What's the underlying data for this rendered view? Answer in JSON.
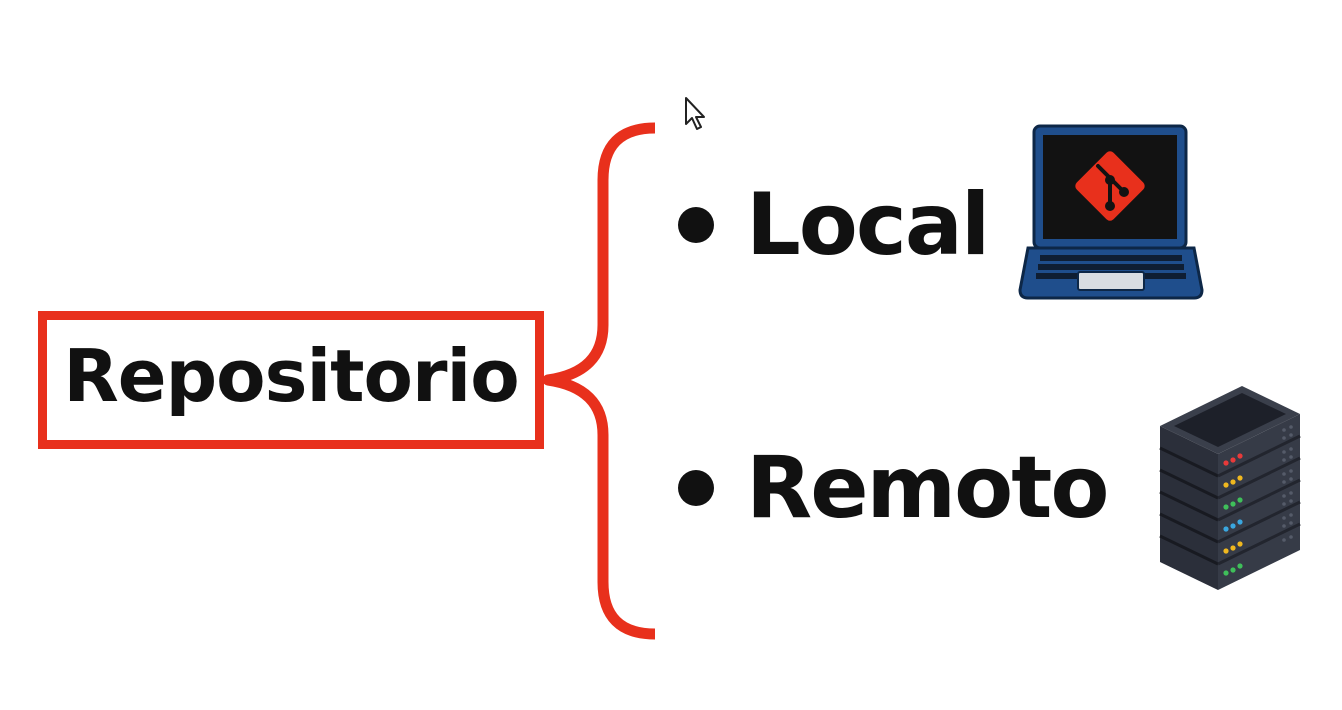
{
  "diagram": {
    "root_label": "Repositorio",
    "items": [
      {
        "label": "Local",
        "icon": "laptop-git-icon"
      },
      {
        "label": "Remoto",
        "icon": "server-rack-icon"
      }
    ]
  },
  "colors": {
    "accent": "#e8301c",
    "text": "#111111",
    "background": "#ffffff",
    "laptop_body": "#1f4e8c",
    "screen": "#111111",
    "git_logo": "#e8301c",
    "server_body": "#2b2f3a"
  }
}
